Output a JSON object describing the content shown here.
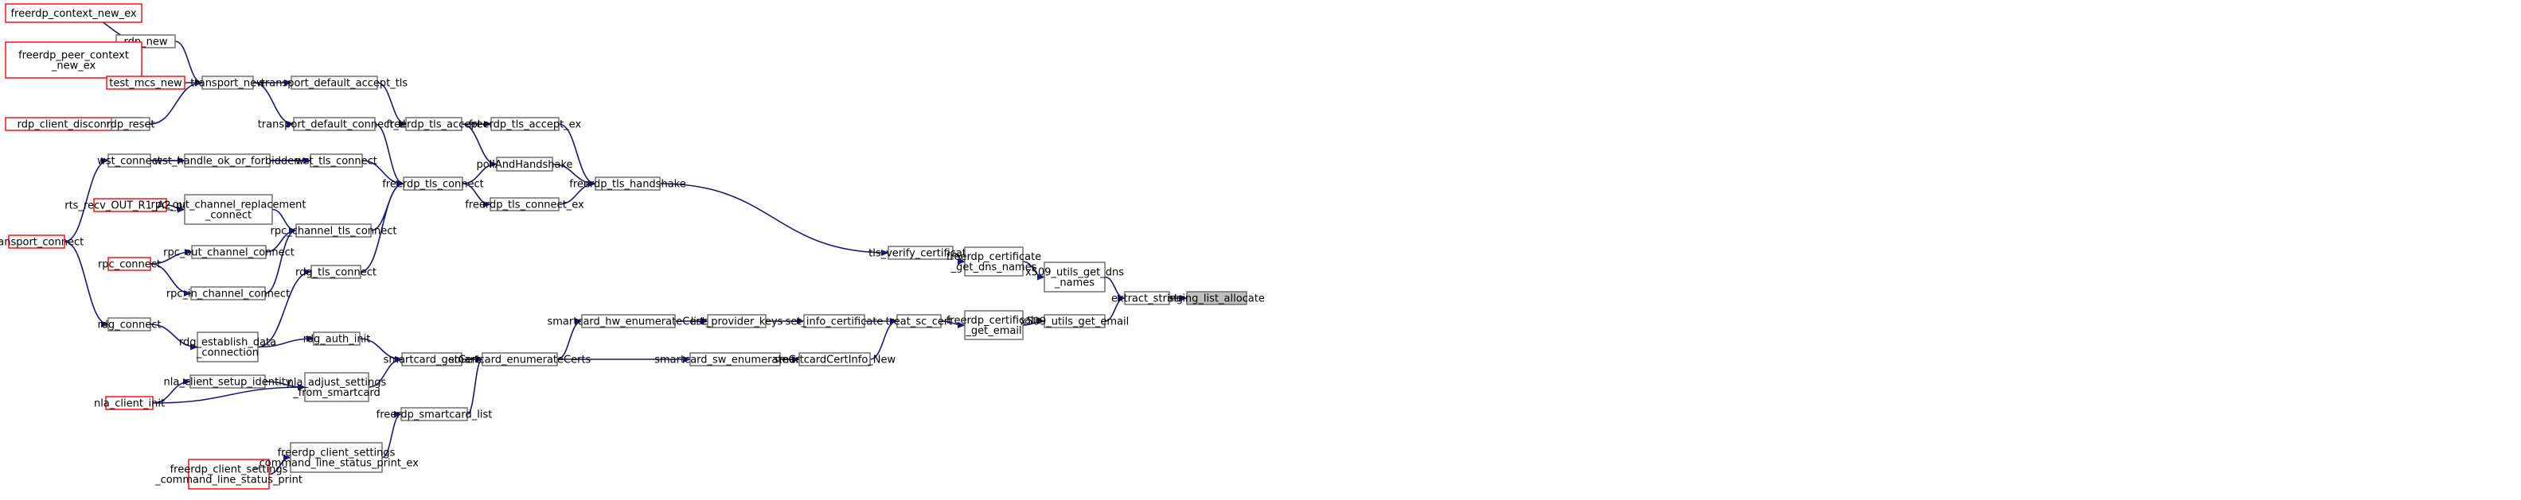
{
  "diagram": {
    "edge_color": "#191970",
    "unexpanded_border_color": "#ff0000",
    "root_fill": "#bfbfbf",
    "nodes": [
      {
        "id": "n1",
        "lines": [
          "freerdp_context_new_ex"
        ],
        "style": "red"
      },
      {
        "id": "n2",
        "lines": [
          "rdp_new"
        ],
        "style": "normal"
      },
      {
        "id": "n3",
        "lines": [
          "freerdp_peer_context",
          "_new_ex"
        ],
        "style": "red"
      },
      {
        "id": "n4",
        "lines": [
          "test_mcs_new"
        ],
        "style": "red"
      },
      {
        "id": "n5",
        "lines": [
          "transport_new"
        ],
        "style": "normal"
      },
      {
        "id": "n6",
        "lines": [
          "transport_default_accept_tls"
        ],
        "style": "normal"
      },
      {
        "id": "n7",
        "lines": [
          "rdp_client_disconnect"
        ],
        "style": "red"
      },
      {
        "id": "n8",
        "lines": [
          "rdp_reset"
        ],
        "style": "normal"
      },
      {
        "id": "n9",
        "lines": [
          "transport_default_connect_tls"
        ],
        "style": "normal"
      },
      {
        "id": "n10",
        "lines": [
          "freerdp_tls_accept"
        ],
        "style": "normal"
      },
      {
        "id": "n11",
        "lines": [
          "freerdp_tls_accept_ex"
        ],
        "style": "normal"
      },
      {
        "id": "n12",
        "lines": [
          "wst_connect"
        ],
        "style": "normal"
      },
      {
        "id": "n13",
        "lines": [
          "wst_handle_ok_or_forbidden"
        ],
        "style": "normal"
      },
      {
        "id": "n14",
        "lines": [
          "wst_tls_connect"
        ],
        "style": "normal"
      },
      {
        "id": "n15",
        "lines": [
          "pollAndHandshake"
        ],
        "style": "normal"
      },
      {
        "id": "n16",
        "lines": [
          "freerdp_tls_connect"
        ],
        "style": "normal"
      },
      {
        "id": "n17",
        "lines": [
          "freerdp_tls_handshake"
        ],
        "style": "normal"
      },
      {
        "id": "n18",
        "lines": [
          "rts_recv_OUT_R1_A2_pdu"
        ],
        "style": "red"
      },
      {
        "id": "n19",
        "lines": [
          "rpc_out_channel_replacement",
          "_connect"
        ],
        "style": "normal"
      },
      {
        "id": "n20",
        "lines": [
          "freerdp_tls_connect_ex"
        ],
        "style": "normal"
      },
      {
        "id": "n21",
        "lines": [
          "transport_connect"
        ],
        "style": "red"
      },
      {
        "id": "n22",
        "lines": [
          "rpc_channel_tls_connect"
        ],
        "style": "normal"
      },
      {
        "id": "n23",
        "lines": [
          "rpc_connect"
        ],
        "style": "red"
      },
      {
        "id": "n24",
        "lines": [
          "rpc_out_channel_connect"
        ],
        "style": "normal"
      },
      {
        "id": "n25",
        "lines": [
          "tls_verify_certificate"
        ],
        "style": "normal"
      },
      {
        "id": "n26",
        "lines": [
          "freerdp_certificate",
          "_get_dns_names"
        ],
        "style": "normal"
      },
      {
        "id": "n27",
        "lines": [
          "x509_utils_get_dns",
          "_names"
        ],
        "style": "normal"
      },
      {
        "id": "n28",
        "lines": [
          "rpc_in_channel_connect"
        ],
        "style": "normal"
      },
      {
        "id": "n29",
        "lines": [
          "rdg_tls_connect"
        ],
        "style": "normal"
      },
      {
        "id": "n30",
        "lines": [
          "extract_string"
        ],
        "style": "normal"
      },
      {
        "id": "n31",
        "lines": [
          "string_list_allocate"
        ],
        "style": "root"
      },
      {
        "id": "n32",
        "lines": [
          "rdg_connect"
        ],
        "style": "normal"
      },
      {
        "id": "n33",
        "lines": [
          "smartcard_hw_enumerateCerts"
        ],
        "style": "normal"
      },
      {
        "id": "n34",
        "lines": [
          "list_provider_keys"
        ],
        "style": "normal"
      },
      {
        "id": "n35",
        "lines": [
          "set_info_certificate"
        ],
        "style": "normal"
      },
      {
        "id": "n36",
        "lines": [
          "treat_sc_cert"
        ],
        "style": "normal"
      },
      {
        "id": "n37",
        "lines": [
          "freerdp_certificate",
          "_get_email"
        ],
        "style": "normal"
      },
      {
        "id": "n38",
        "lines": [
          "x509_utils_get_email"
        ],
        "style": "normal"
      },
      {
        "id": "n39",
        "lines": [
          "rdg_establish_data",
          "_connection"
        ],
        "style": "normal"
      },
      {
        "id": "n40",
        "lines": [
          "rdg_auth_init"
        ],
        "style": "normal"
      },
      {
        "id": "n41",
        "lines": [
          "smartcard_getCert"
        ],
        "style": "normal"
      },
      {
        "id": "n42",
        "lines": [
          "smartcard_enumerateCerts"
        ],
        "style": "normal"
      },
      {
        "id": "n43",
        "lines": [
          "smartcard_sw_enumerateCerts"
        ],
        "style": "normal"
      },
      {
        "id": "n44",
        "lines": [
          "smartcardCertInfo_New"
        ],
        "style": "normal"
      },
      {
        "id": "n45",
        "lines": [
          "nla_client_setup_identity"
        ],
        "style": "normal"
      },
      {
        "id": "n46",
        "lines": [
          "nla_adjust_settings",
          "_from_smartcard"
        ],
        "style": "normal"
      },
      {
        "id": "n47",
        "lines": [
          "nla_client_init"
        ],
        "style": "red"
      },
      {
        "id": "n48",
        "lines": [
          "freerdp_smartcard_list"
        ],
        "style": "normal"
      },
      {
        "id": "n49",
        "lines": [
          "freerdp_client_settings",
          "_command_line_status_print"
        ],
        "style": "red"
      },
      {
        "id": "n50",
        "lines": [
          "freerdp_client_settings",
          "_command_line_status_print_ex"
        ],
        "style": "normal"
      }
    ],
    "edges": [
      {
        "from": "n1",
        "to": "n2"
      },
      {
        "from": "n3",
        "to": "n2"
      },
      {
        "from": "n2",
        "to": "n5"
      },
      {
        "from": "n4",
        "to": "n5"
      },
      {
        "from": "n8",
        "to": "n5"
      },
      {
        "from": "n7",
        "to": "n8"
      },
      {
        "from": "n5",
        "to": "n6"
      },
      {
        "from": "n5",
        "to": "n9"
      },
      {
        "from": "n6",
        "to": "n10"
      },
      {
        "from": "n9",
        "to": "n16"
      },
      {
        "from": "n10",
        "to": "n11"
      },
      {
        "from": "n10",
        "to": "n15"
      },
      {
        "from": "n11",
        "to": "n17"
      },
      {
        "from": "n15",
        "to": "n17"
      },
      {
        "from": "n20",
        "to": "n17"
      },
      {
        "from": "n16",
        "to": "n15"
      },
      {
        "from": "n16",
        "to": "n20"
      },
      {
        "from": "n21",
        "to": "n12"
      },
      {
        "from": "n21",
        "to": "n32"
      },
      {
        "from": "n12",
        "to": "n13"
      },
      {
        "from": "n12",
        "to": "n14"
      },
      {
        "from": "n13",
        "to": "n14"
      },
      {
        "from": "n14",
        "to": "n16"
      },
      {
        "from": "n18",
        "to": "n19"
      },
      {
        "from": "n19",
        "to": "n22"
      },
      {
        "from": "n23",
        "to": "n24"
      },
      {
        "from": "n23",
        "to": "n28"
      },
      {
        "from": "n24",
        "to": "n22"
      },
      {
        "from": "n28",
        "to": "n22"
      },
      {
        "from": "n22",
        "to": "n16"
      },
      {
        "from": "n29",
        "to": "n16"
      },
      {
        "from": "n39",
        "to": "n29"
      },
      {
        "from": "n32",
        "to": "n39"
      },
      {
        "from": "n39",
        "to": "n40"
      },
      {
        "from": "n40",
        "to": "n41"
      },
      {
        "from": "n46",
        "to": "n41"
      },
      {
        "from": "n45",
        "to": "n46"
      },
      {
        "from": "n47",
        "to": "n45"
      },
      {
        "from": "n47",
        "to": "n46"
      },
      {
        "from": "n41",
        "to": "n42"
      },
      {
        "from": "n48",
        "to": "n42"
      },
      {
        "from": "n49",
        "to": "n50"
      },
      {
        "from": "n50",
        "to": "n48"
      },
      {
        "from": "n42",
        "to": "n33"
      },
      {
        "from": "n42",
        "to": "n43"
      },
      {
        "from": "n33",
        "to": "n34"
      },
      {
        "from": "n34",
        "to": "n35"
      },
      {
        "from": "n43",
        "to": "n44"
      },
      {
        "from": "n35",
        "to": "n36"
      },
      {
        "from": "n44",
        "to": "n36"
      },
      {
        "from": "n17",
        "to": "n25"
      },
      {
        "from": "n25",
        "to": "n26"
      },
      {
        "from": "n26",
        "to": "n27"
      },
      {
        "from": "n36",
        "to": "n37"
      },
      {
        "from": "n37",
        "to": "n38"
      },
      {
        "from": "n27",
        "to": "n30"
      },
      {
        "from": "n38",
        "to": "n30"
      },
      {
        "from": "n30",
        "to": "n31"
      }
    ]
  }
}
